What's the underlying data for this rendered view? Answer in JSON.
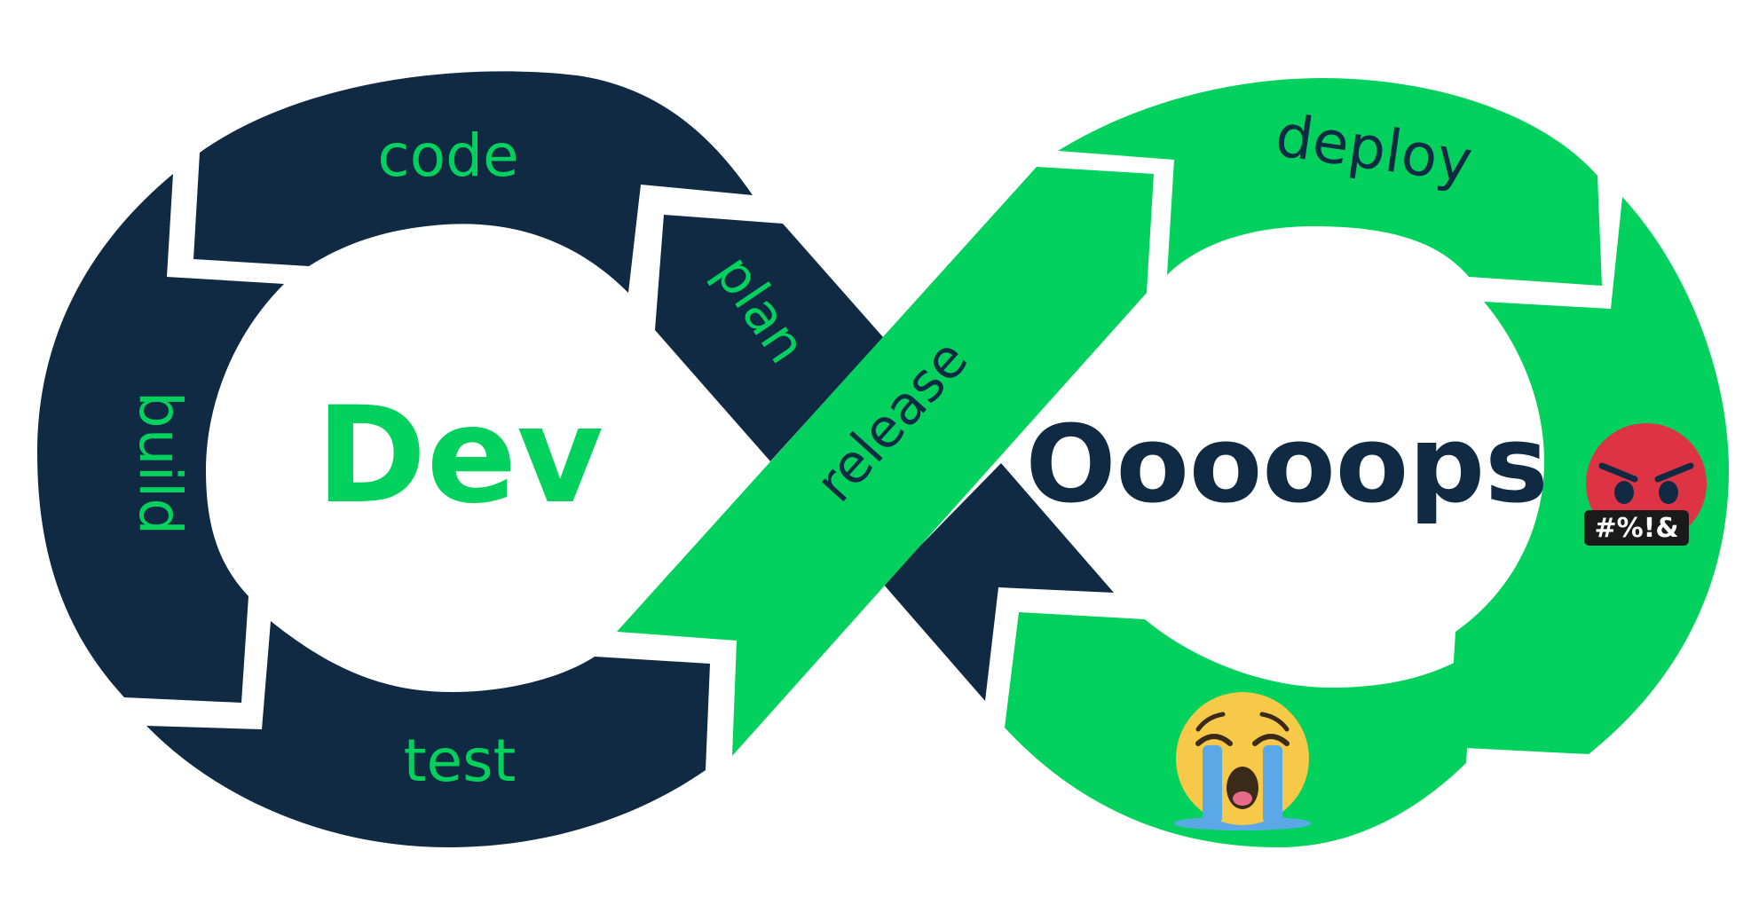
{
  "colors": {
    "navy": "#102a43",
    "green": "#03d15d",
    "white": "#ffffff",
    "emoji_yellow": "#f7c948",
    "emoji_red": "#dd3344",
    "tear_blue": "#5aa9e6"
  },
  "dev": {
    "center_label": "Dev",
    "stages": {
      "code": "code",
      "plan": "plan",
      "build": "build",
      "test": "test"
    }
  },
  "ops": {
    "center_label": "Ooooops",
    "stages": {
      "release": "release",
      "deploy": "deploy"
    }
  },
  "emoji": {
    "angry": {
      "icon": "angry-face-symbols-icon",
      "symbols": "#%!&"
    },
    "crying": {
      "icon": "loudly-crying-face-icon"
    }
  }
}
